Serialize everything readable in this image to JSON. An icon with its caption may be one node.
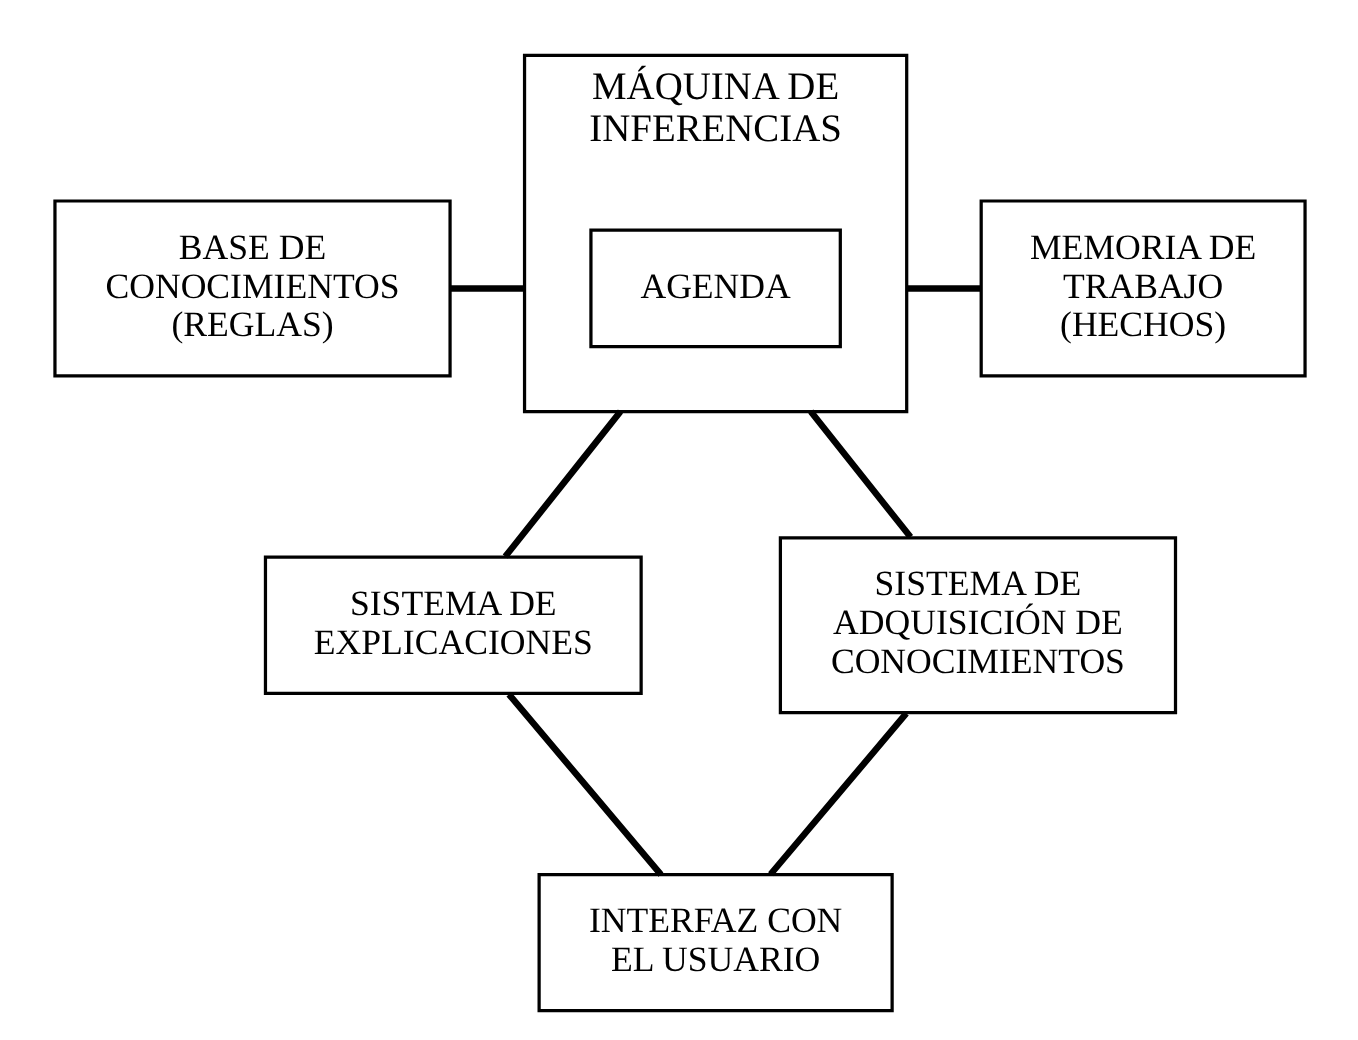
{
  "diagram": {
    "nodes": [
      {
        "text": [
          "BASE DE CONOCIMIENTOS (REGLAS)"
        ]
      },
      {
        "text": [
          "MÁQUINA DE INFERENCIAS"
        ]
      },
      {
        "text": [
          "AGENDA"
        ],
        "in": 1
      },
      {
        "text": [
          "MEMORIA DE TRABAJO (HECHOS)"
        ]
      },
      {
        "text": [
          "SISTEMA DE EXPLICACIONES"
        ]
      },
      {
        "text": [
          "SISTEMA DE ADQUISICIÓN DE CONOCIMIENTOS"
        ]
      },
      {
        "text": [
          "INTERFAZ CON EL USUARIO"
        ]
      }
    ],
    "edges": [
      {
        "from": 0,
        "to": 1,
        "arrow": "none"
      },
      {
        "from": 1,
        "to": 3,
        "arrow": "none"
      },
      {
        "from": 1,
        "to": 4,
        "arrow": "none"
      },
      {
        "from": 1,
        "to": 5,
        "arrow": "none"
      },
      {
        "from": 4,
        "to": 6,
        "arrow": "none"
      },
      {
        "from": 5,
        "to": 6,
        "arrow": "none"
      }
    ]
  }
}
